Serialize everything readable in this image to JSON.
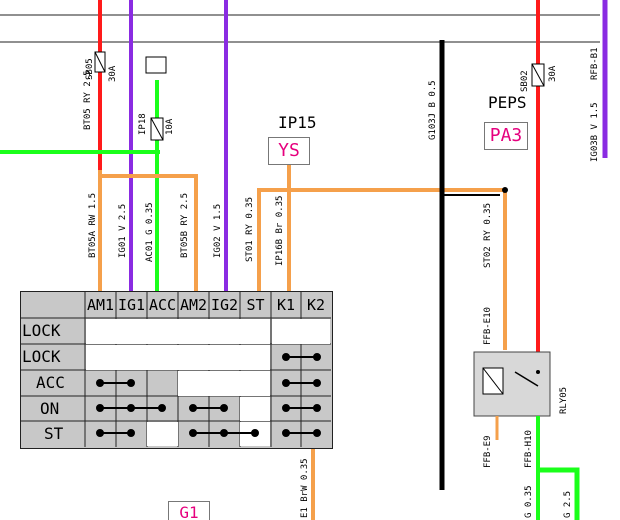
{
  "wire_labels": {
    "bt05_ry": "BT05 RY 2.5",
    "sb05": "SB05",
    "a30_left": "30A",
    "ip18": "IP18",
    "a10": "10A",
    "bt05a": "BT05A RW 1.5",
    "ig01": "IG01 V 2.5",
    "ac01": "AC01 G 0.35",
    "bt05b": "BT05B RY 2.5",
    "ig02": "IG02 V 1.5",
    "st01": "ST01 RY 0.35",
    "ip16b": "IP16B Br 0.35",
    "g103j": "G103J B 0.5",
    "st02": "ST02 RY 0.35",
    "sb02": "SB02",
    "a30_right": "30A",
    "rfb": "RFB-B1",
    "ig03b": "IG03B V 1.5",
    "ffb_e10": "FFB-E10",
    "ffb_e9": "FFB-E9",
    "ffb_h10": "FFB-H10",
    "g035": "G 0.35",
    "g25": "G 2.5",
    "brw035": "E1 BrW 0.35",
    "relay": "RLY05"
  },
  "connectors": {
    "ip15_name": "IP15",
    "ip15_code": "YS",
    "peps_name": "PEPS",
    "peps_code": "PA3",
    "bottom_code": "G1"
  },
  "switch_table": {
    "columns": [
      "AM1",
      "IG1",
      "ACC",
      "AM2",
      "IG2",
      "ST",
      "K1",
      "K2"
    ],
    "rows": [
      "LOCK",
      "LOCK",
      "ACC",
      "ON",
      "ST"
    ]
  },
  "colors": {
    "red": "#ff1a1a",
    "purple": "#8a2be2",
    "green": "#1aff1a",
    "orange": "#f5a04b",
    "black": "#000000"
  }
}
